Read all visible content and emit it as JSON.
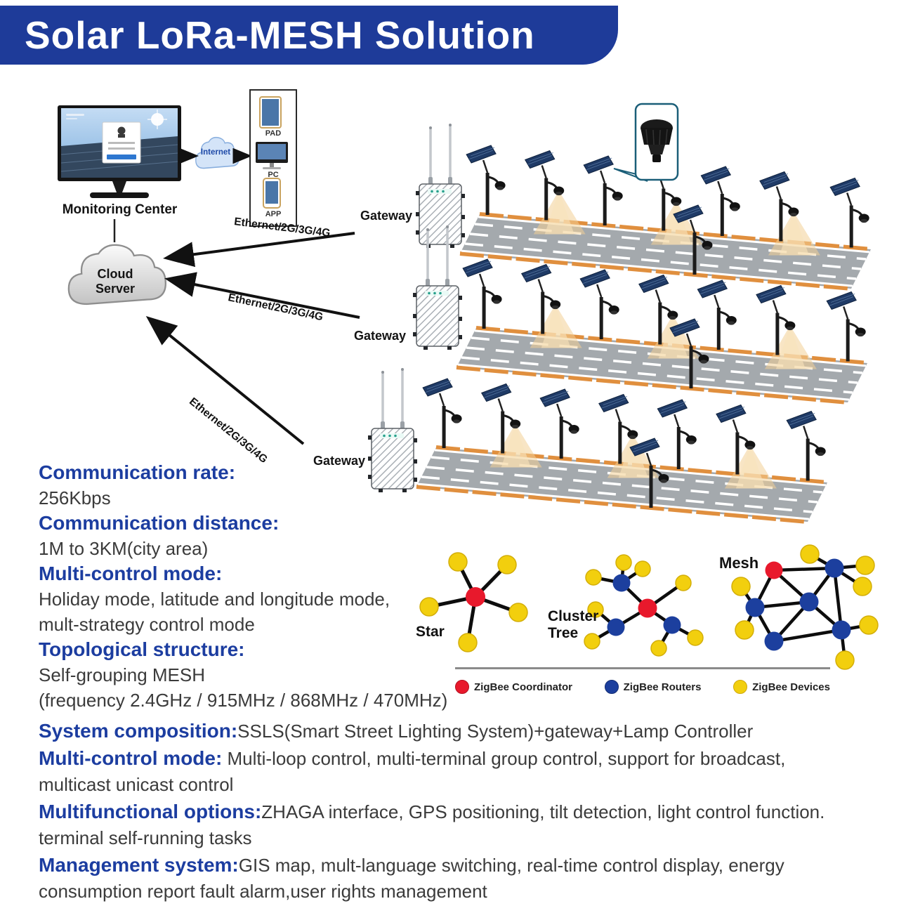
{
  "header": {
    "title": "Solar LoRa-MESH Solution",
    "bg_color": "#1e3b99",
    "text_color": "#ffffff"
  },
  "diagram": {
    "monitoring_center_label": "Monitoring Center",
    "internet_label": "Internet",
    "device_list": {
      "pad": "PAD",
      "pc": "PC",
      "app": "APP"
    },
    "cloud_server_label": "Cloud Server",
    "gateway1_label": "Gateway",
    "gateway2_label": "Gateway",
    "gateway3_label": "Gateway",
    "link1_label": "Ethernet/2G/3G/4G",
    "link2_label": "Ethernet/2G/3G/4G",
    "link3_label": "Ethernet/2G/3G/4G"
  },
  "specs": [
    {
      "heading": "Communication rate:",
      "body": "256Kbps"
    },
    {
      "heading": "Communication distance:",
      "body": "1M to 3KM(city area)"
    },
    {
      "heading": "Multi-control mode:",
      "body": "Holiday mode, latitude and longitude mode,\nmult-strategy control mode"
    },
    {
      "heading": "Topological structure:",
      "body": "Self-grouping MESH\n(frequency 2.4GHz / 915MHz / 868MHz / 470MHz)"
    }
  ],
  "topologies": {
    "star_label": "Star",
    "cluster_tree_label": "Cluster\nTree",
    "mesh_label": "Mesh"
  },
  "legend": {
    "coordinator": {
      "label": "ZigBee Coordinator",
      "color": "#e8192c"
    },
    "routers": {
      "label": "ZigBee Routers",
      "color": "#1c3f9e"
    },
    "devices": {
      "label": "ZigBee Devices",
      "color": "#f2cf0e"
    }
  },
  "features": [
    {
      "heading": "System composition:",
      "body": "SSLS(Smart Street Lighting System)+gateway+Lamp Controller"
    },
    {
      "heading": "Multi-control mode:",
      "body": " Multi-loop control, multi-terminal group control, support for broadcast,\nmulticast unicast control"
    },
    {
      "heading": "Multifunctional options:",
      "body": "ZHAGA interface, GPS positioning, tilt detection, light control function.\nterminal self-running tasks"
    },
    {
      "heading": "Management system:",
      "body": "GIS map, mult-language switching, real-time control display, energy\nconsumption report fault alarm,user rights management"
    }
  ]
}
